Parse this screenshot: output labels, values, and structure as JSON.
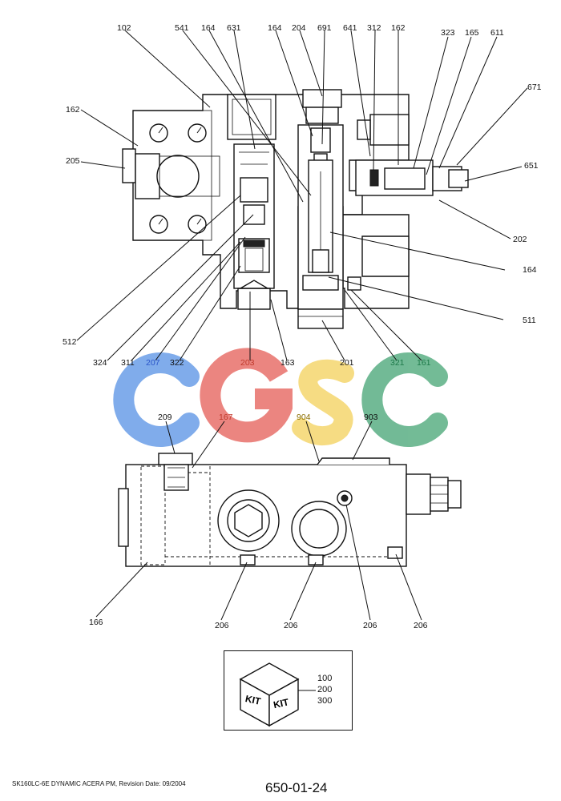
{
  "diagram": {
    "labels_top": {
      "l102": "102",
      "l541": "541",
      "l164a": "164",
      "l631": "631",
      "l164b": "164",
      "l204": "204",
      "l691": "691",
      "l641": "641",
      "l312": "312",
      "l162a": "162",
      "l323": "323",
      "l165": "165",
      "l611": "611",
      "l671": "671",
      "l162b": "162",
      "l205": "205",
      "l651": "651",
      "l202": "202",
      "l164c": "164",
      "l511": "511",
      "l512": "512",
      "l324": "324",
      "l311": "311",
      "l207": "207",
      "l322": "322",
      "l203": "203",
      "l163": "163",
      "l201": "201",
      "l321": "321",
      "l161": "161"
    },
    "labels_bottom": {
      "l209": "209",
      "l167": "167",
      "l904": "904",
      "l903": "903",
      "l166": "166",
      "l206a": "206",
      "l206b": "206",
      "l206c": "206",
      "l206d": "206"
    },
    "watermark": "CGSC",
    "watermark_colors": {
      "c1": "#6a9ee8",
      "g": "#e8706a",
      "s": "#f5d76e",
      "c2": "#5aaf84"
    },
    "kit": {
      "word_left": "KIT",
      "word_right": "KIT",
      "numbers": [
        "100",
        "200",
        "300"
      ]
    }
  },
  "footer": {
    "model_text": "SK160LC-6E DYNAMIC ACERA PM, Revision Date: 09/2004",
    "page_code": "650-01-24"
  }
}
